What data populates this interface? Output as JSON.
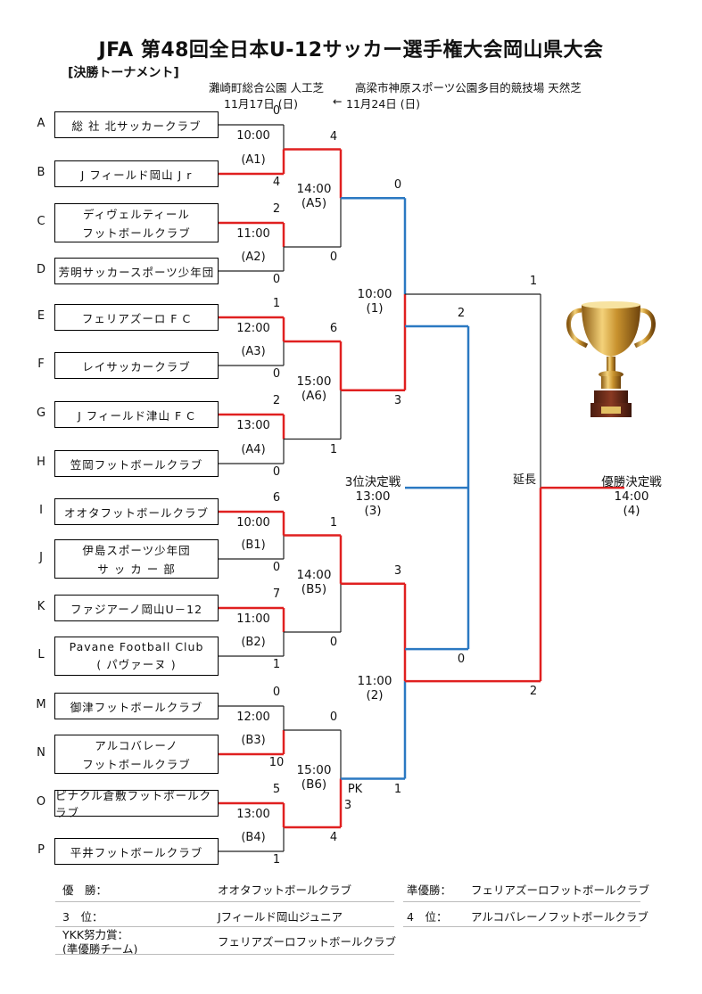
{
  "title": "JFA 第48回全日本U-12サッカー選手権大会岡山県大会",
  "subtitle": "[決勝トーナメント]",
  "venues": {
    "first": {
      "name": "灘崎町総合公園 人工芝",
      "date": "11月17日 (日)"
    },
    "second": {
      "name": "高梁市神原スポーツ公園多目的競技場 天然芝",
      "date": "11月24日 (日)",
      "arrow": "←"
    }
  },
  "teams": [
    {
      "letter": "A",
      "lines": [
        "総 社 北サッカークラブ"
      ]
    },
    {
      "letter": "B",
      "lines": [
        "J フィールド岡山 J r"
      ]
    },
    {
      "letter": "C",
      "lines": [
        "ディヴェルティール",
        "フットボールクラブ"
      ]
    },
    {
      "letter": "D",
      "lines": [
        "芳明サッカースポーツ少年団"
      ]
    },
    {
      "letter": "E",
      "lines": [
        "フェリアズーロ F C"
      ]
    },
    {
      "letter": "F",
      "lines": [
        "レイサッカークラブ"
      ]
    },
    {
      "letter": "G",
      "lines": [
        "J フィールド津山 F C"
      ]
    },
    {
      "letter": "H",
      "lines": [
        "笠岡フットボールクラブ"
      ]
    },
    {
      "letter": "I",
      "lines": [
        "オオタフットボールクラブ"
      ]
    },
    {
      "letter": "J",
      "lines": [
        "伊島スポーツ少年団",
        "サ ッ カ ー 部"
      ]
    },
    {
      "letter": "K",
      "lines": [
        "ファジアーノ岡山U－12"
      ]
    },
    {
      "letter": "L",
      "lines": [
        "Pavane Football Club",
        "( パヴァーヌ )"
      ]
    },
    {
      "letter": "M",
      "lines": [
        "御津フットボールクラブ"
      ]
    },
    {
      "letter": "N",
      "lines": [
        "アルコバレーノ",
        "フットボールクラブ"
      ]
    },
    {
      "letter": "O",
      "lines": [
        "ピナクル倉敷フットボールクラブ"
      ]
    },
    {
      "letter": "P",
      "lines": [
        "平井フットボールクラブ"
      ]
    }
  ],
  "round1": [
    {
      "time": "10:00",
      "code": "(A1)",
      "top": "0",
      "bottom": "4"
    },
    {
      "time": "11:00",
      "code": "(A2)",
      "top": "2",
      "bottom": "0"
    },
    {
      "time": "12:00",
      "code": "(A3)",
      "top": "1",
      "bottom": "0"
    },
    {
      "time": "13:00",
      "code": "(A4)",
      "top": "2",
      "bottom": "0"
    },
    {
      "time": "10:00",
      "code": "(B1)",
      "top": "6",
      "bottom": "0"
    },
    {
      "time": "11:00",
      "code": "(B2)",
      "top": "7",
      "bottom": "1"
    },
    {
      "time": "12:00",
      "code": "(B3)",
      "top": "0",
      "bottom": "10"
    },
    {
      "time": "13:00",
      "code": "(B4)",
      "top": "5",
      "bottom": "1"
    }
  ],
  "round2": [
    {
      "time": "14:00",
      "code": "(A5)",
      "top": "4",
      "bottom": "0"
    },
    {
      "time": "15:00",
      "code": "(A6)",
      "top": "6",
      "bottom": "1"
    },
    {
      "time": "14:00",
      "code": "(B5)",
      "top": "1",
      "bottom": "0"
    },
    {
      "time": "15:00",
      "code": "(B6)",
      "top": "0",
      "bottom": "4",
      "note": "PK",
      "pk": "3"
    }
  ],
  "semis": [
    {
      "time": "10:00",
      "code": "(1)",
      "top": "0",
      "bottom": "3"
    },
    {
      "time": "11:00",
      "code": "(2)",
      "top": "3",
      "bottom": "1"
    }
  ],
  "third_place": {
    "label": "3位決定戦",
    "time": "13:00",
    "code": "(3)",
    "top": "2",
    "bottom": "0"
  },
  "final": {
    "label": "優勝決定戦",
    "time": "14:00",
    "code": "(4)",
    "top": "1",
    "bottom": "2",
    "note": "延長"
  },
  "results": [
    {
      "label": "優　勝：",
      "value": "オオタフットボールクラブ"
    },
    {
      "label": "準優勝：",
      "value": "フェリアズーロフットボールクラブ"
    },
    {
      "label": "3　位：",
      "value": "Jフィールド岡山ジュニア"
    },
    {
      "label": "4　位：",
      "value": "アルコバレーノフットボールクラブ"
    },
    {
      "label": "YKK努力賞：",
      "label2": "(準優勝チーム)",
      "value": "フェリアズーロフットボールクラブ"
    }
  ],
  "colors": {
    "win": "#e02020",
    "third": "#2b79c2",
    "line": "#222222"
  },
  "icons": {
    "trophy": "trophy-icon"
  }
}
